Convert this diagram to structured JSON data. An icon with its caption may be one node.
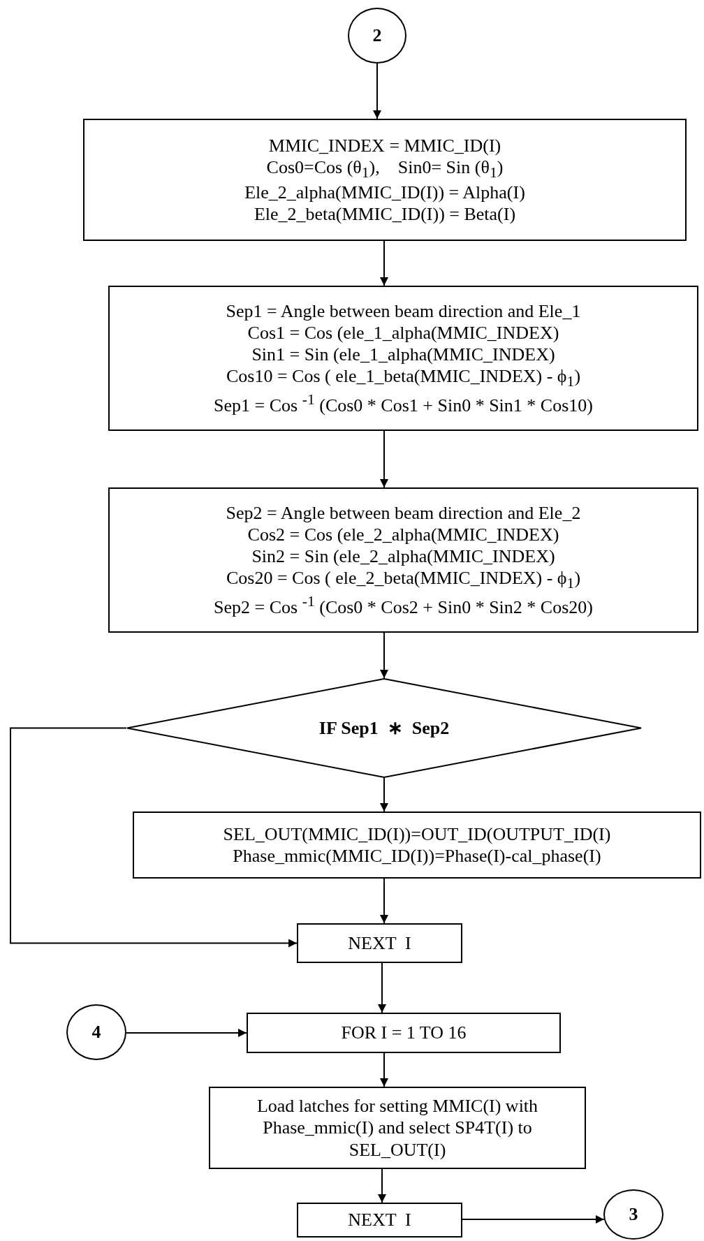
{
  "diagram": {
    "nodes": [
      {
        "text": [
          "2"
        ]
      },
      {
        "text": [
          "MMIC_INDEX = MMIC_ID(I)",
          "Cos0=Cos (θ$_{1}$),    Sin0= Sin (θ$_{1}$)",
          "Ele_2_alpha(MMIC_ID(I)) = Alpha(I)",
          "Ele_2_beta(MMIC_ID(I)) = Beta(I)"
        ]
      },
      {
        "text": [
          "Sep1 = Angle between beam direction and Ele_1",
          "Cos1 = Cos (ele_1_alpha(MMIC_INDEX)",
          "Sin1 = Sin (ele_1_alpha(MMIC_INDEX)",
          "Cos10 = Cos ( ele_1_beta(MMIC_INDEX) - ϕ$_{1}$)",
          "Sep1 = Cos $^{-1}$ (Cos0 * Cos1 + Sin0 * Sin1 * Cos10)"
        ]
      },
      {
        "text": [
          "Sep2 = Angle between beam direction and Ele_2",
          "Cos2 = Cos (ele_2_alpha(MMIC_INDEX)",
          "Sin2 = Sin (ele_2_alpha(MMIC_INDEX)",
          "Cos20 = Cos ( ele_2_beta(MMIC_INDEX) - ϕ$_{1}$)",
          "Sep2 = Cos $^{-1}$ (Cos0 * Cos2 + Sin0 * Sin2 * Cos20)"
        ]
      },
      {
        "text": [
          "IF Sep1  ∗  Sep2"
        ]
      },
      {
        "text": [
          "SEL_OUT(MMIC_ID(I))=OUT_ID(OUTPUT_ID(I)",
          "Phase_mmic(MMIC_ID(I))=Phase(I)-cal_phase(I)"
        ]
      },
      {
        "text": [
          "NEXT  I"
        ]
      },
      {
        "text": [
          "4"
        ]
      },
      {
        "text": [
          "FOR I = 1 TO 16"
        ]
      },
      {
        "text": [
          "Load latches for setting MMIC(I) with Phase_mmic(I) and select SP4T(I) to SEL_OUT(I)"
        ]
      },
      {
        "text": [
          "NEXT  I"
        ]
      },
      {
        "text": [
          "3"
        ]
      }
    ],
    "edges": [
      {
        "from": 0,
        "to": 1,
        "arrow": "to"
      },
      {
        "from": 1,
        "to": 2,
        "arrow": "to"
      },
      {
        "from": 2,
        "to": 3,
        "arrow": "to"
      },
      {
        "from": 3,
        "to": 4,
        "arrow": "to"
      },
      {
        "from": 4,
        "to": 5,
        "arrow": "to"
      },
      {
        "from": 4,
        "to": 6,
        "arrow": "to"
      },
      {
        "from": 5,
        "to": 6,
        "arrow": "to"
      },
      {
        "from": 6,
        "to": 8,
        "arrow": "to"
      },
      {
        "from": 7,
        "to": 8,
        "arrow": "to"
      },
      {
        "from": 8,
        "to": 9,
        "arrow": "to"
      },
      {
        "from": 9,
        "to": 10,
        "arrow": "to"
      },
      {
        "from": 10,
        "to": 11,
        "arrow": "to"
      }
    ]
  }
}
